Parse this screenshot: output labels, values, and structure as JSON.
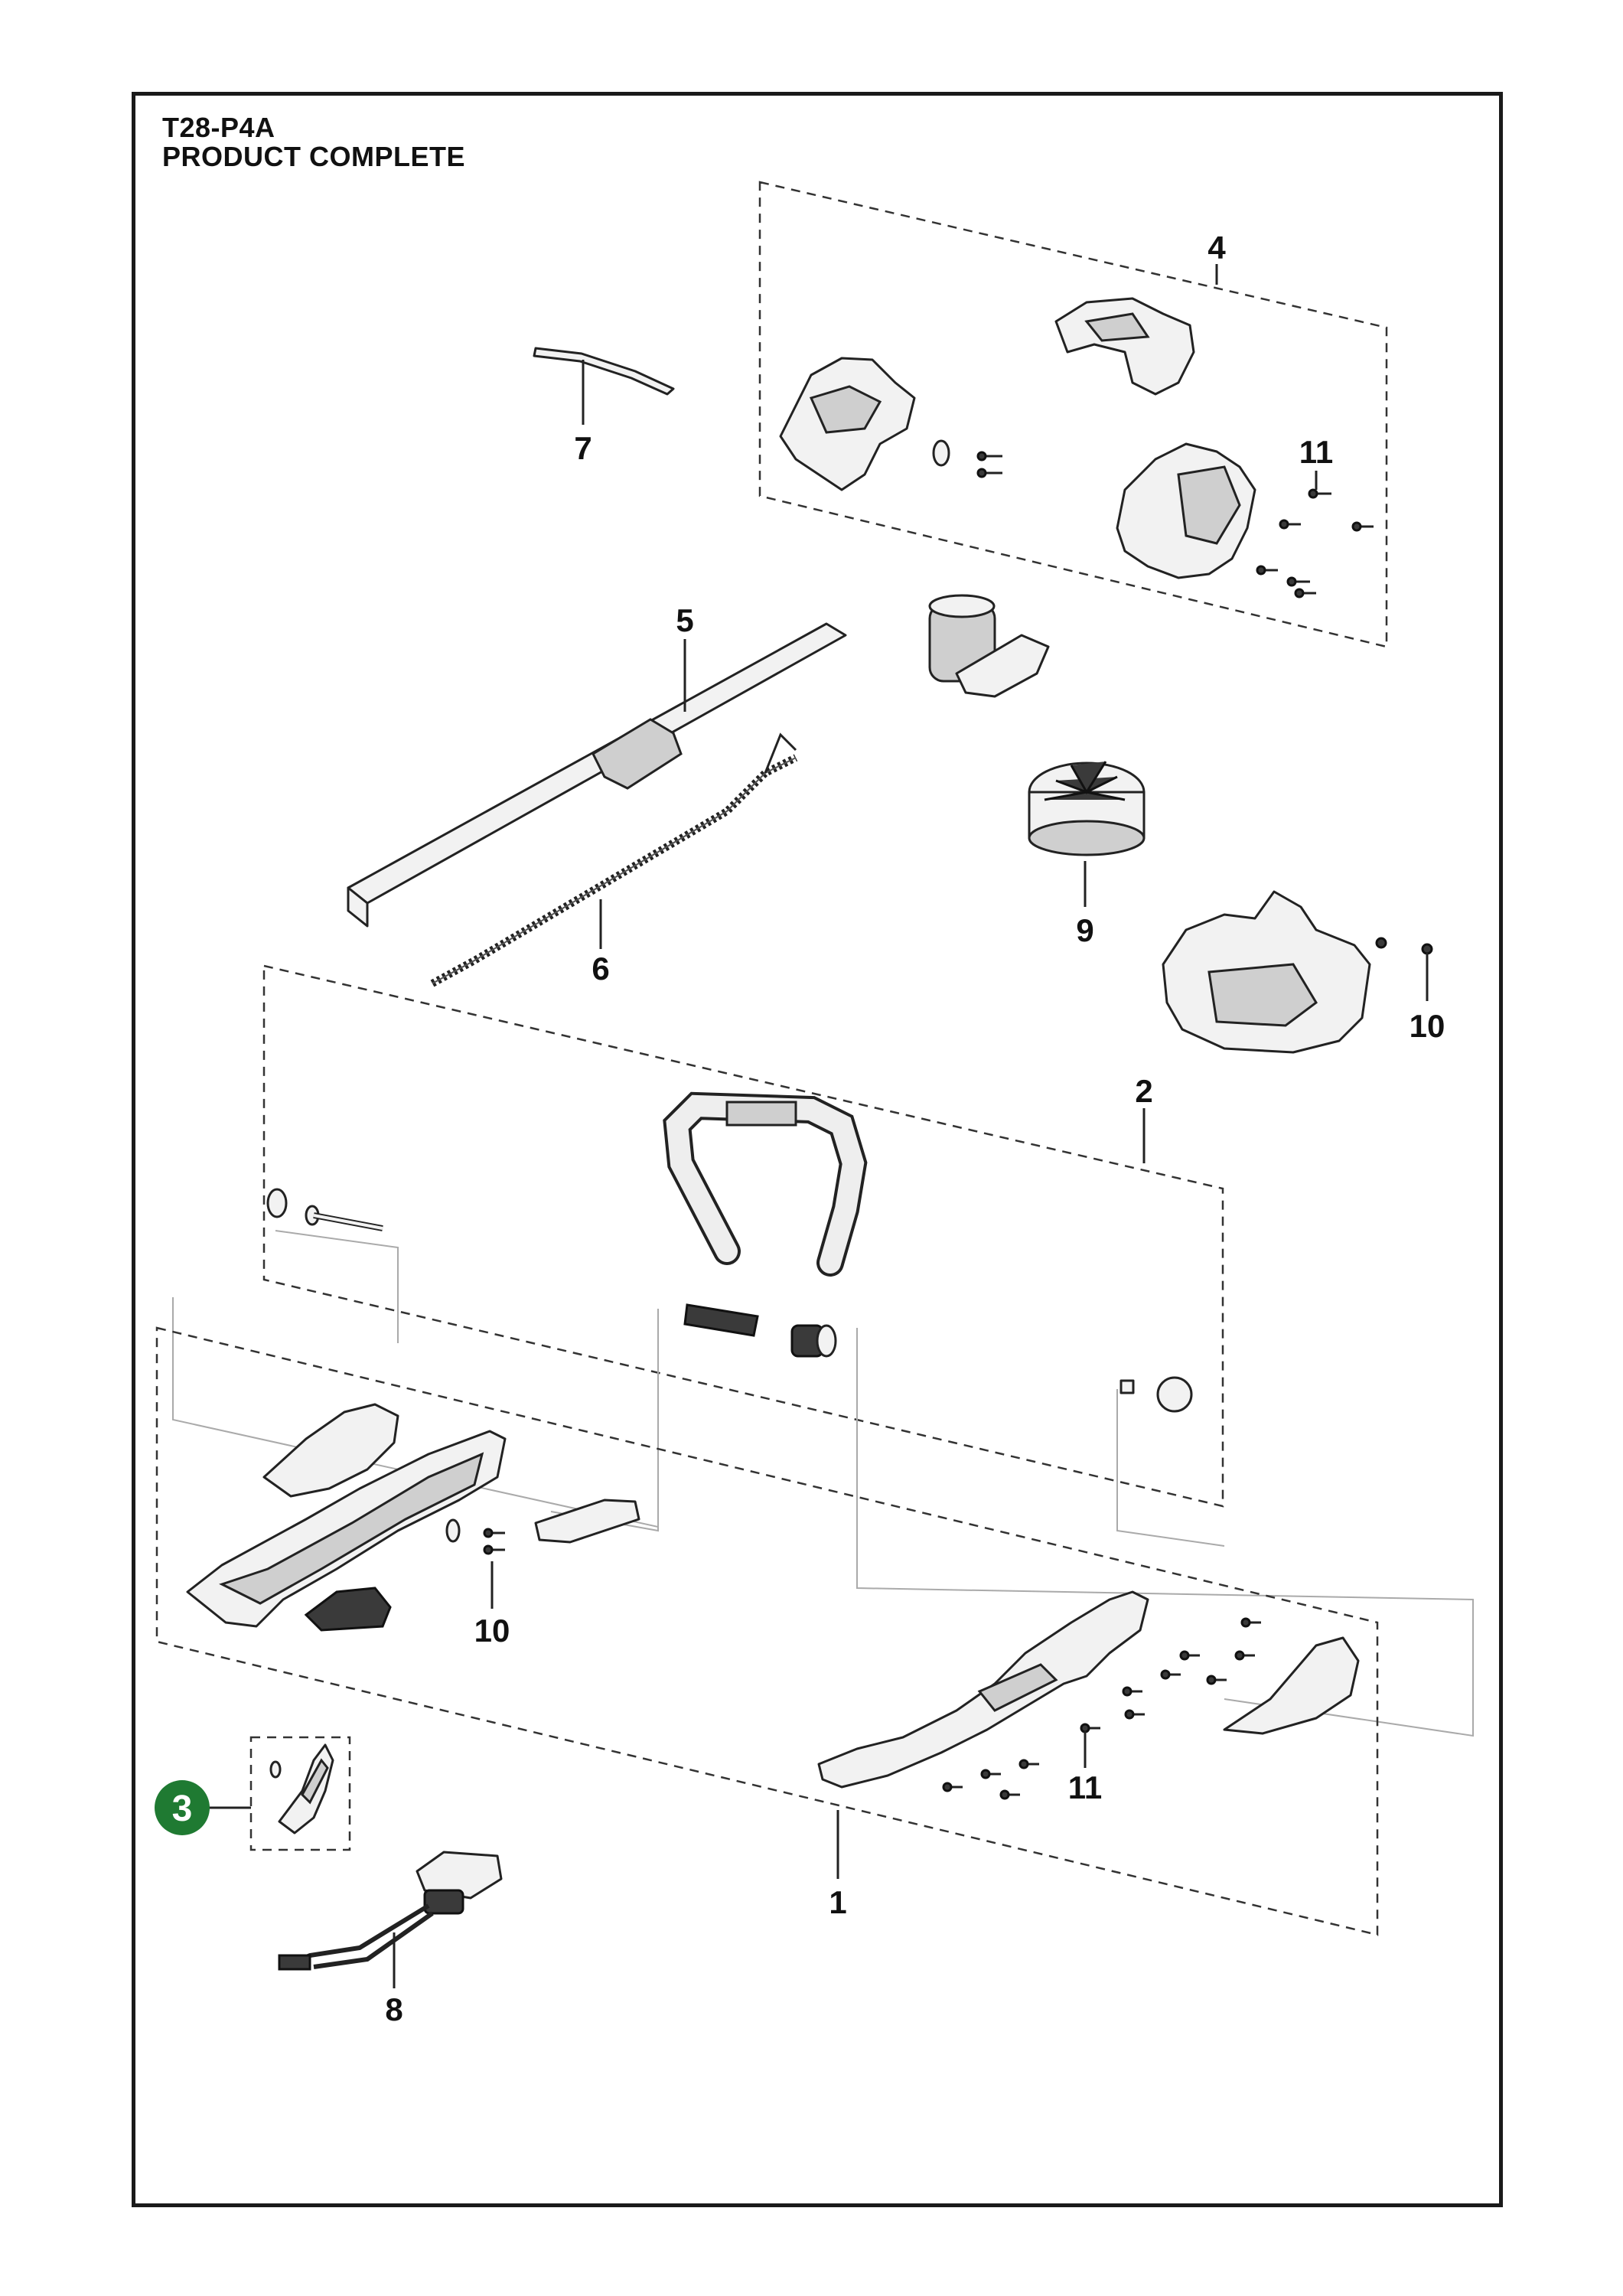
{
  "header": {
    "model": "T28-P4A",
    "section": "PRODUCT COMPLETE"
  },
  "callouts": {
    "c1": "1",
    "c2": "2",
    "c3": "3",
    "c4": "4",
    "c5": "5",
    "c6": "6",
    "c7": "7",
    "c8": "8",
    "c9": "9",
    "c10a": "10",
    "c10b": "10",
    "c11a": "11",
    "c11b": "11"
  },
  "colors": {
    "highlight_badge": "#1f7a32",
    "line": "#222222"
  }
}
